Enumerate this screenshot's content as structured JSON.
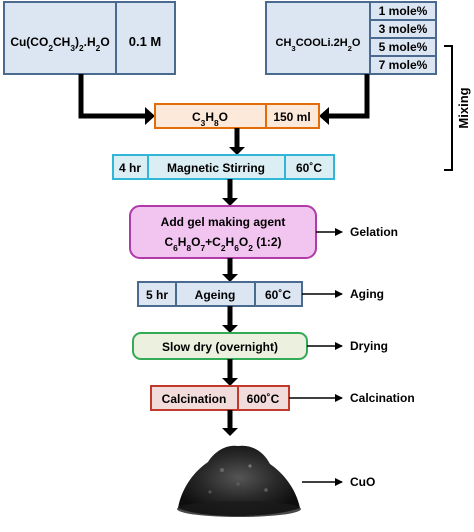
{
  "precursors": {
    "copper": {
      "formula_parts": [
        "Cu(CO",
        "2",
        "CH",
        "3",
        ")",
        "2",
        ".H",
        "2",
        "O"
      ],
      "concentration": "0.1 M"
    },
    "lithium": {
      "formula_parts": [
        "CH",
        "3",
        "COOLi.2H",
        "2",
        "O"
      ],
      "concentrations": [
        "1 mole%",
        "3 mole%",
        "5 mole%",
        "7 mole%"
      ]
    }
  },
  "bracket_label": "Mixing",
  "solvent": {
    "formula_parts": [
      "C",
      "3",
      "H",
      "8",
      "O"
    ],
    "volume": "150 ml"
  },
  "stirring": {
    "time": "4 hr",
    "label": "Magnetic Stirring",
    "temp": "60˚C"
  },
  "gel": {
    "title": "Add gel making agent",
    "formula_parts": [
      "C",
      "6",
      "H",
      "8",
      "O",
      "7",
      "+C",
      "2",
      "H",
      "6",
      "O",
      "2",
      " (1:2)"
    ],
    "outcome": "Gelation"
  },
  "aging": {
    "time": "5 hr",
    "label": "Ageing",
    "temp": "60˚C",
    "outcome": "Aging"
  },
  "drying": {
    "label": "Slow dry (overnight)",
    "outcome": "Drying"
  },
  "calcination": {
    "label": "Calcination",
    "temp": "600˚C",
    "outcome": "Calcination"
  },
  "product": {
    "label": "CuO"
  },
  "colors": {
    "blue_fill": "#dce6f2",
    "blue_stroke": "#4a6a8f",
    "orange_fill": "#fde9d9",
    "orange_stroke": "#e36c09",
    "cyan_fill": "#dbeef4",
    "cyan_stroke": "#31b6d8",
    "pink_fill": "#f2c4f0",
    "pink_stroke": "#b03aa8",
    "green_fill": "#ebf1de",
    "green_stroke": "#33aa55",
    "red_fill": "#f2dcdb",
    "red_stroke": "#c0392b"
  }
}
